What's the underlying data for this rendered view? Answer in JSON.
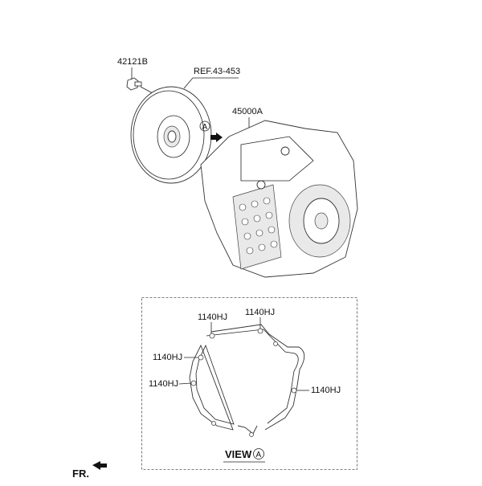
{
  "labels": {
    "bolt": "42121B",
    "torque_converter_ref": "REF.43-453",
    "transmission": "45000A",
    "view_marker": "A",
    "gasket_bolts": [
      "1140HJ",
      "1140HJ",
      "1140HJ",
      "1140HJ",
      "1140HJ"
    ],
    "view_title": "VIEW",
    "view_letter": "A",
    "front": "FR."
  }
}
